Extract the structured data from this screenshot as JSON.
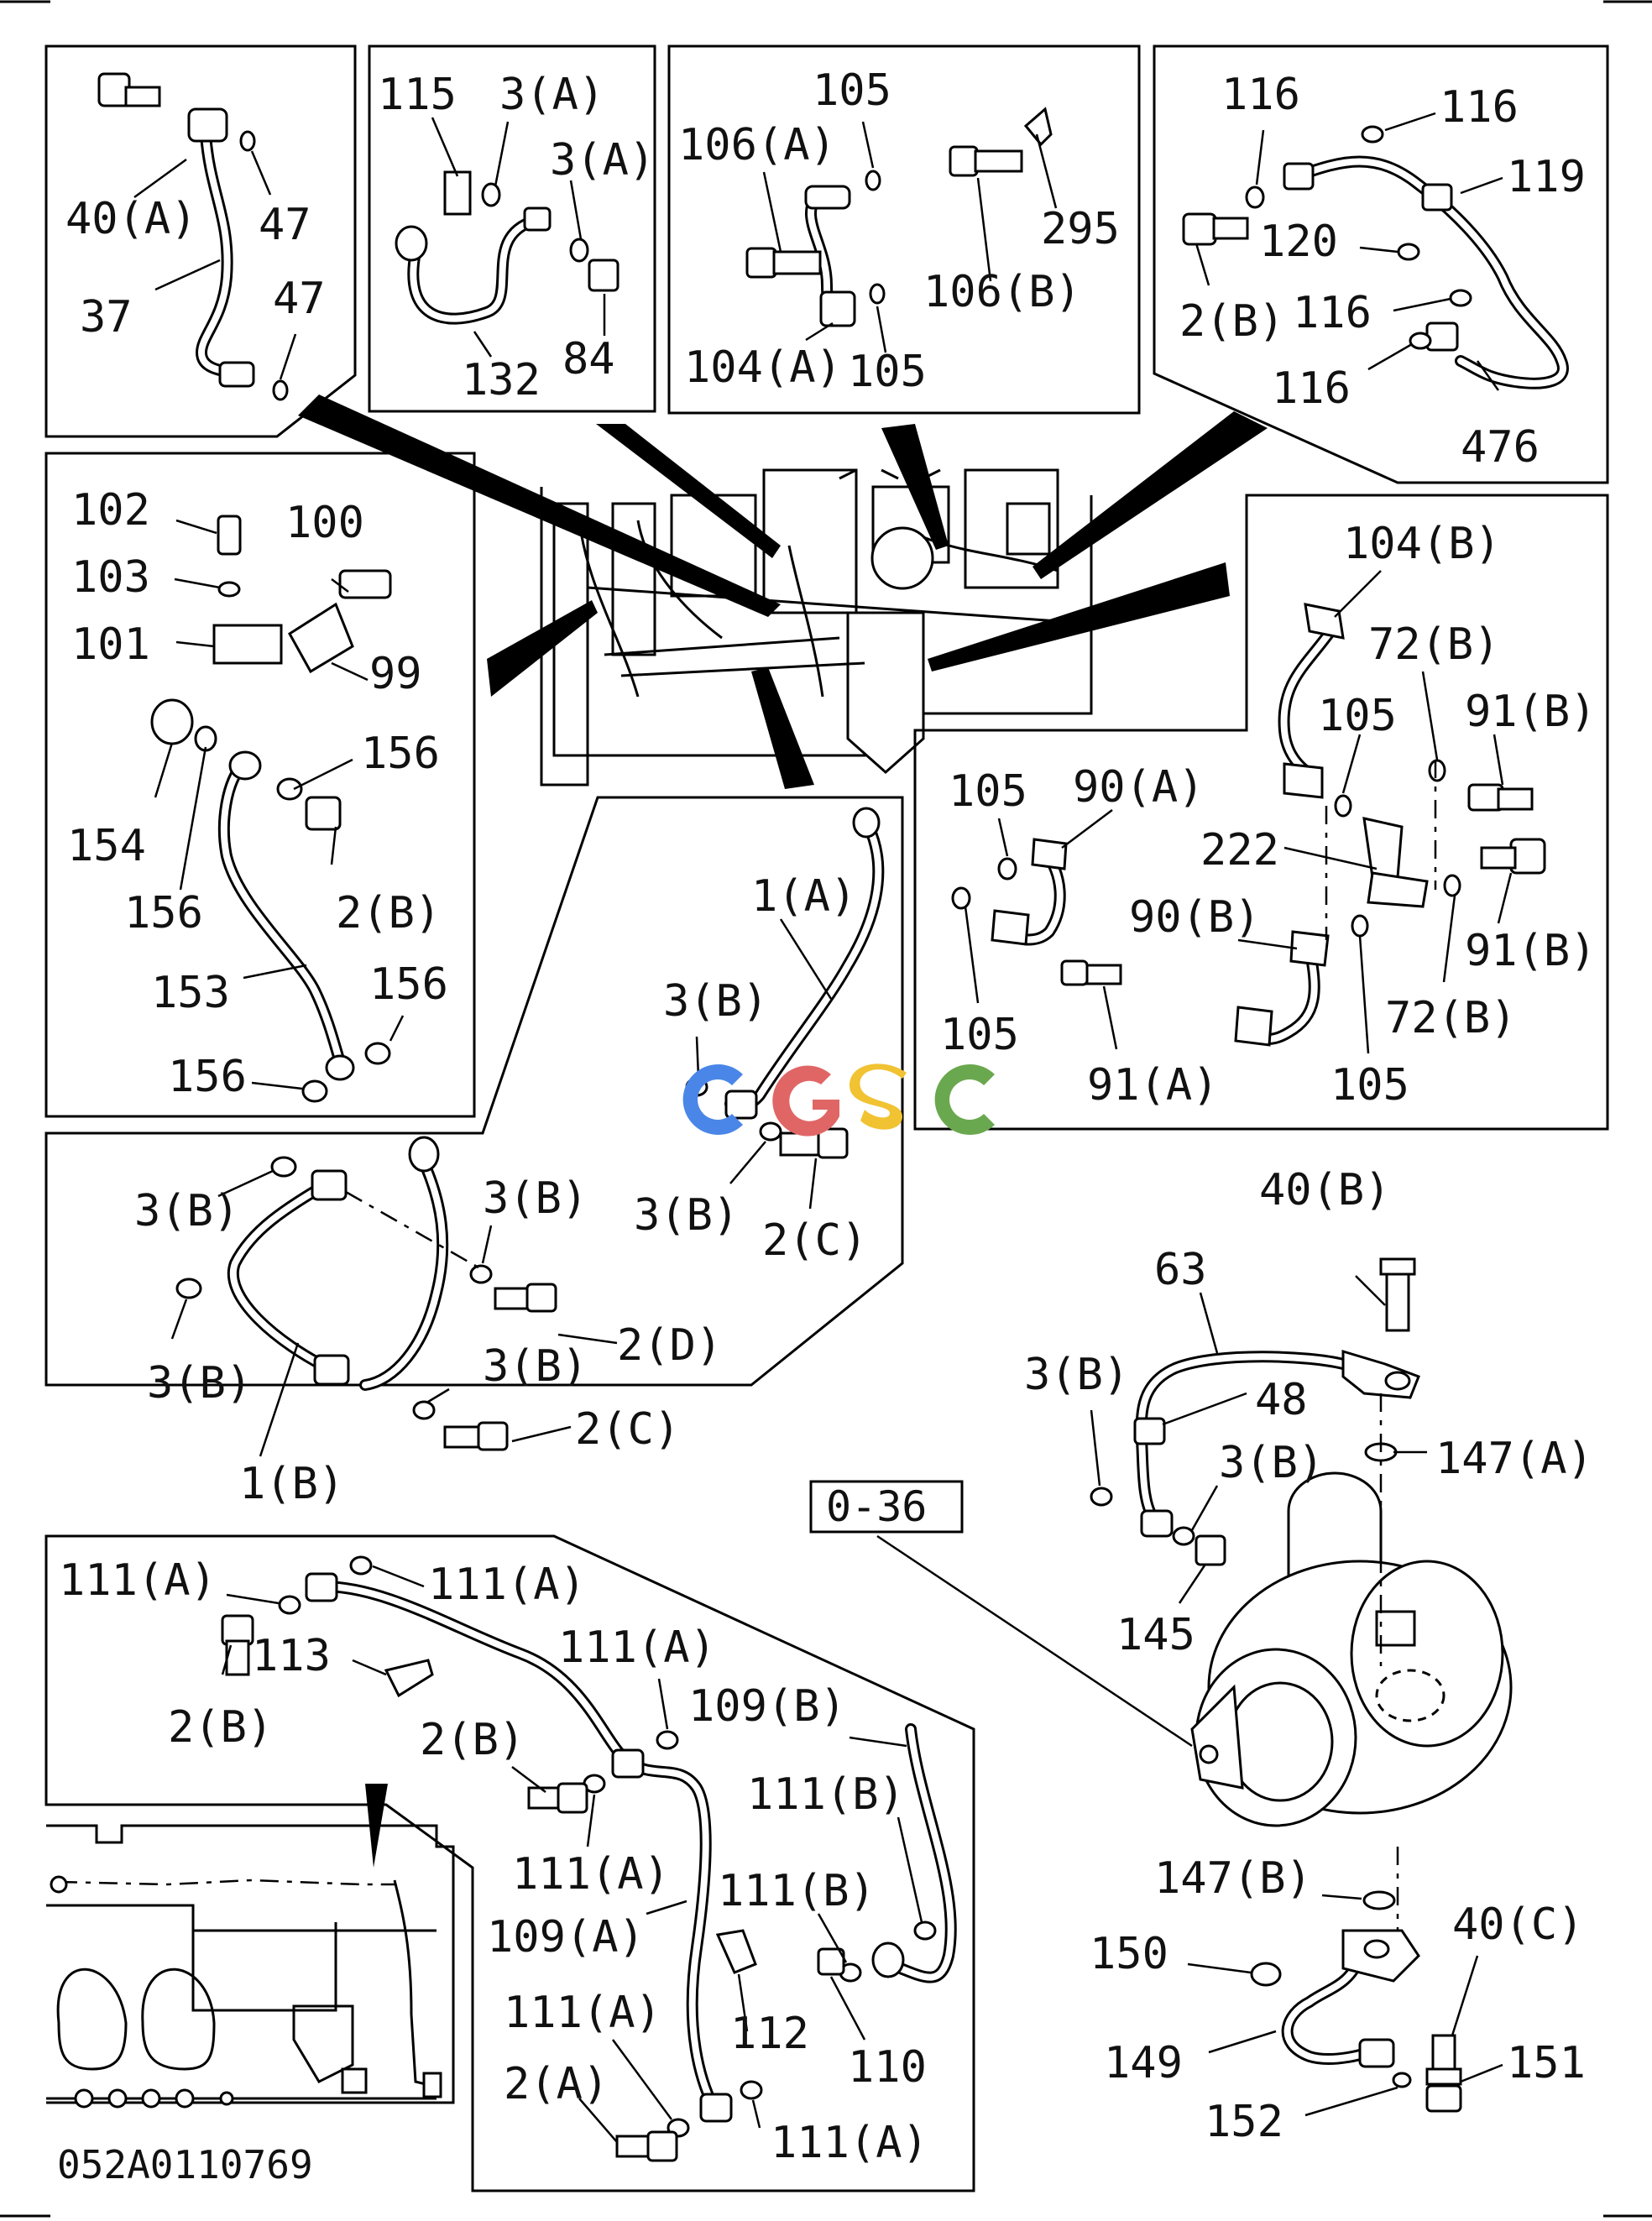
{
  "drawing_id": "052A0110769",
  "reference_box": "0-36",
  "watermark": "CGSC",
  "watermark_colors": {
    "c1": "#4a86e8",
    "g": "#e06666",
    "s": "#f1c232",
    "c2": "#6aa84f"
  },
  "callouts": {
    "p1": {
      "a": "40(A)",
      "b": "47",
      "c": "37",
      "d": "47"
    },
    "p2": {
      "a": "115",
      "b": "3(A)",
      "c": "3(A)",
      "d": "132",
      "e": "84"
    },
    "p3": {
      "a": "105",
      "b": "106(A)",
      "c": "295",
      "d": "106(B)",
      "e": "104(A)",
      "f": "105"
    },
    "p4": {
      "a": "116",
      "b": "116",
      "c": "119",
      "d": "120",
      "e": "2(B)",
      "f": "116",
      "g": "116",
      "h": "476"
    },
    "p5": {
      "a": "102",
      "b": "100",
      "c": "103",
      "d": "101",
      "e": "99",
      "f": "156",
      "g": "154",
      "h": "156",
      "i": "2(B)",
      "j": "153",
      "k": "156",
      "l": "156"
    },
    "p6": {
      "a": "104(B)",
      "b": "72(B)",
      "c": "105",
      "d": "91(B)",
      "e": "105",
      "f": "90(A)",
      "g": "222",
      "h": "90(B)",
      "i": "91(B)",
      "j": "105",
      "k": "72(B)",
      "l": "91(A)",
      "m": "105"
    },
    "p7": {
      "a": "1(A)",
      "b": "3(B)",
      "c": "3(B)",
      "d": "2(C)"
    },
    "p8": {
      "a": "3(B)",
      "b": "3(B)",
      "c": "3(B)",
      "d": "2(D)",
      "e": "3(B)",
      "f": "2(C)",
      "g": "1(B)"
    },
    "p9": {
      "a": "40(B)",
      "b": "63",
      "c": "3(B)",
      "d": "48",
      "e": "147(A)",
      "f": "3(B)",
      "g": "145",
      "h": "147(B)",
      "i": "150",
      "j": "40(C)",
      "k": "149",
      "l": "151",
      "m": "152"
    },
    "p10": {
      "a": "111(A)",
      "b": "111(A)",
      "c": "113",
      "d": "111(A)",
      "e": "2(B)",
      "f": "109(B)",
      "g": "2(B)",
      "h": "111(B)",
      "i": "111(A)",
      "j": "111(B)",
      "k": "109(A)",
      "l": "112",
      "m": "111(A)",
      "n": "110",
      "o": "2(A)",
      "p": "111(A)"
    }
  }
}
